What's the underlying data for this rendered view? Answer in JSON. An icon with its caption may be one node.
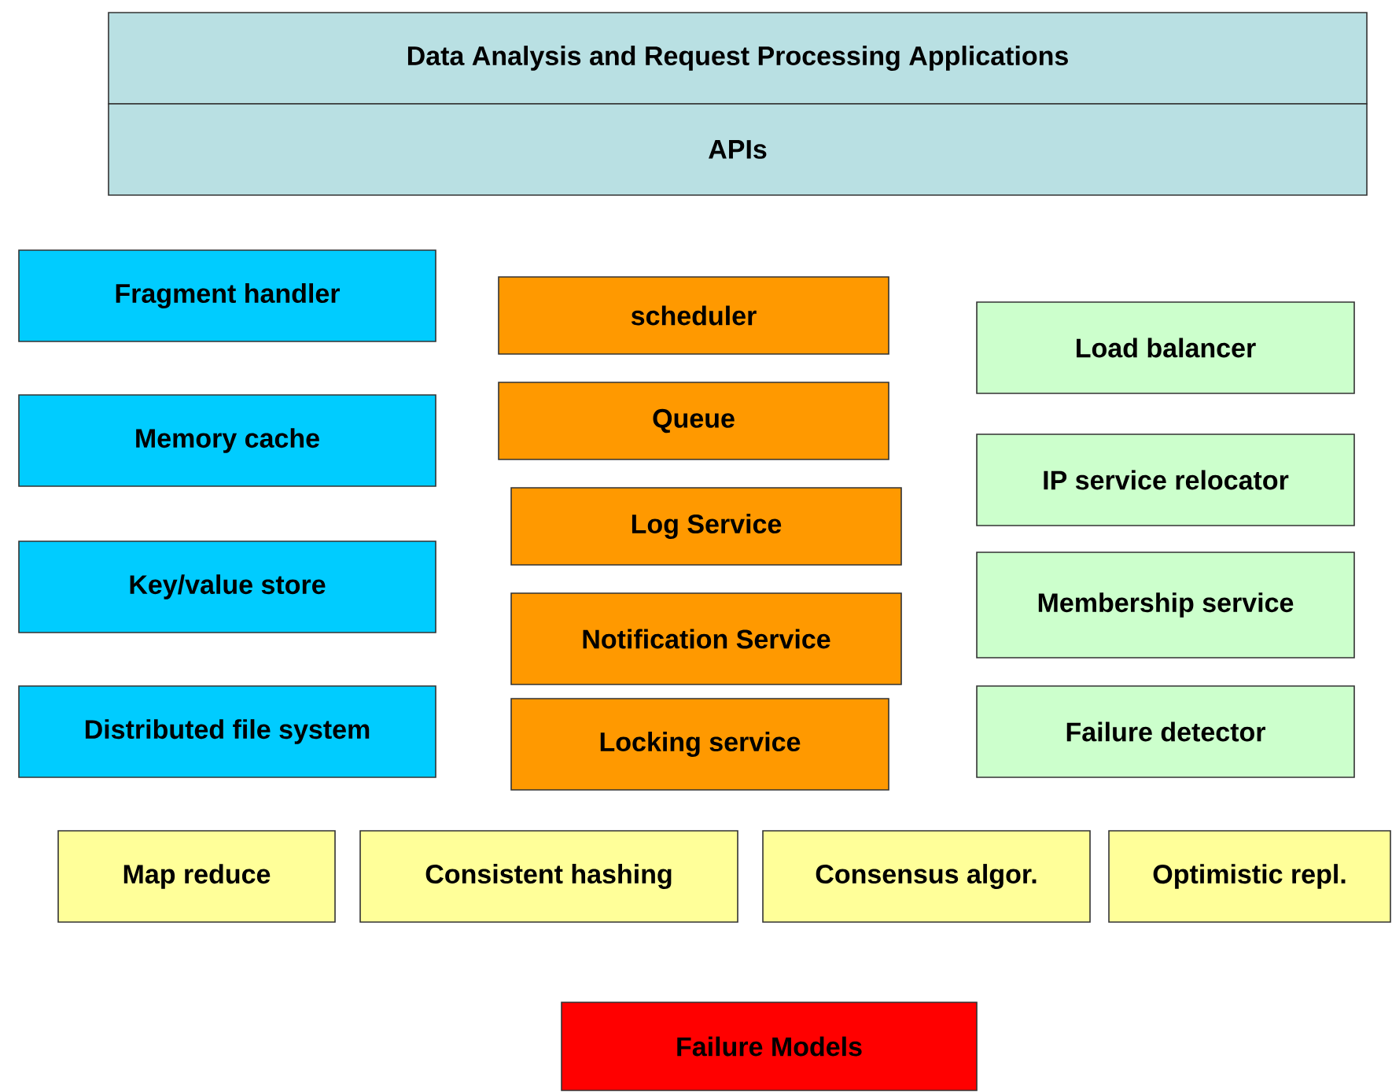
{
  "diagram": {
    "nodes": [
      {
        "text": [
          "Data Analysis and Request Processing Applications"
        ]
      },
      {
        "text": [
          "APIs"
        ]
      },
      {
        "text": [
          "Fragment handler"
        ]
      },
      {
        "text": [
          "Memory cache"
        ]
      },
      {
        "text": [
          "Key/value store"
        ]
      },
      {
        "text": [
          "Distributed file system"
        ]
      },
      {
        "text": [
          "scheduler"
        ]
      },
      {
        "text": [
          "Queue"
        ]
      },
      {
        "text": [
          "Log Service"
        ]
      },
      {
        "text": [
          "Notification Service"
        ]
      },
      {
        "text": [
          "Locking service"
        ]
      },
      {
        "text": [
          "Load balancer"
        ]
      },
      {
        "text": [
          "IP service relocator"
        ]
      },
      {
        "text": [
          "Membership service"
        ]
      },
      {
        "text": [
          "Failure detector"
        ]
      },
      {
        "text": [
          "Map reduce"
        ]
      },
      {
        "text": [
          "Consistent hashing"
        ]
      },
      {
        "text": [
          "Consensus algor."
        ]
      },
      {
        "text": [
          "Optimistic repl."
        ]
      },
      {
        "text": [
          "Failure Models"
        ]
      }
    ]
  }
}
